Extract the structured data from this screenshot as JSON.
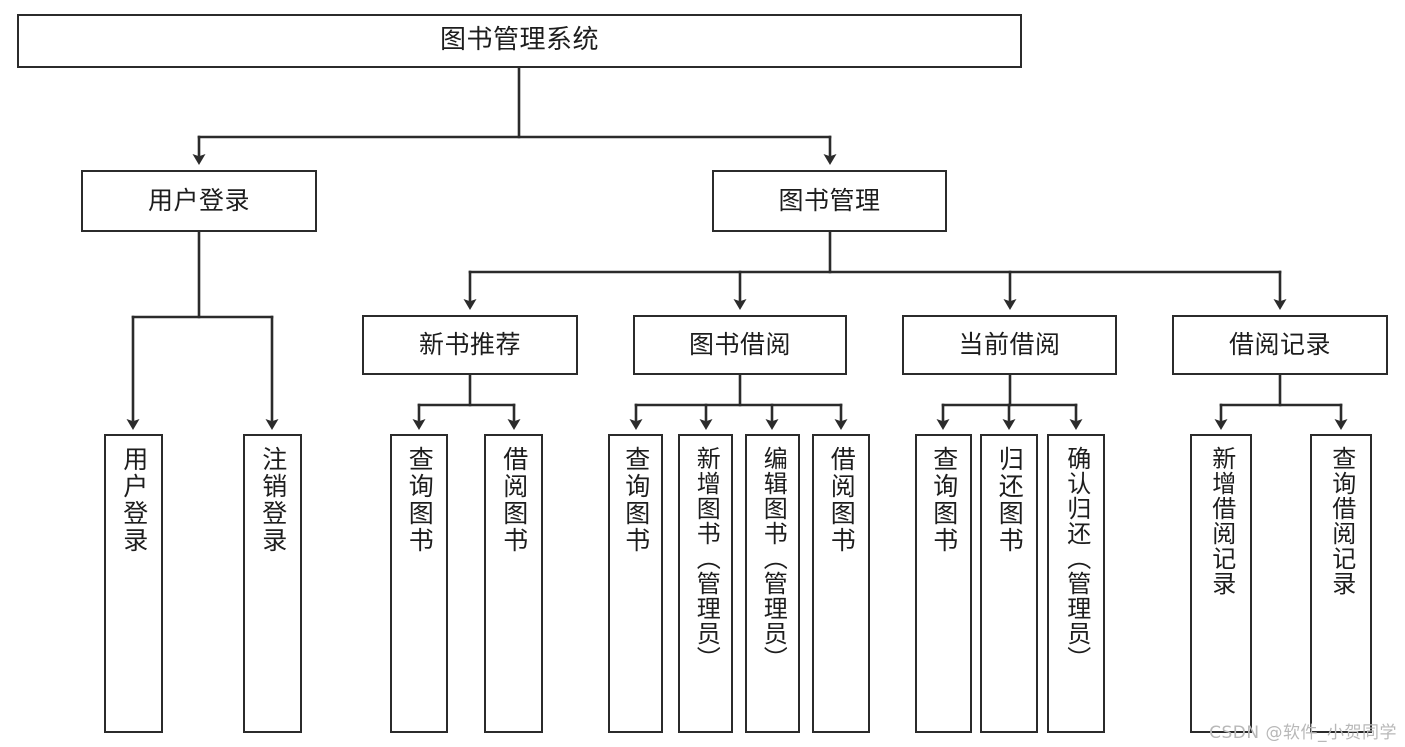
{
  "diagram": {
    "type": "tree",
    "title": "图书管理系统",
    "watermark": "CSDN @软件_小贺同学",
    "colors": {
      "stroke": "#2b2b2b",
      "fill": "#ffffff",
      "text": "#1d1d1d",
      "watermark": "#b8b8b8"
    },
    "levels": {
      "root": {
        "label": "图书管理系统"
      },
      "level2": [
        {
          "id": "user-login",
          "label": "用户登录"
        },
        {
          "id": "book-manage",
          "label": "图书管理"
        }
      ],
      "level3": [
        {
          "id": "new-book-recommend",
          "label": "新书推荐"
        },
        {
          "id": "book-borrow",
          "label": "图书借阅"
        },
        {
          "id": "current-borrow",
          "label": "当前借阅"
        },
        {
          "id": "borrow-record",
          "label": "借阅记录"
        }
      ],
      "leaves": [
        {
          "id": "leaf-user-login",
          "label": "用户登录",
          "parent": "user-login"
        },
        {
          "id": "leaf-logout-login",
          "label": "注销登录",
          "parent": "user-login"
        },
        {
          "id": "leaf-query-book-1",
          "label": "查询图书",
          "parent": "new-book-recommend"
        },
        {
          "id": "leaf-borrow-book-1",
          "label": "借阅图书",
          "parent": "new-book-recommend"
        },
        {
          "id": "leaf-query-book-2",
          "label": "查询图书",
          "parent": "book-borrow"
        },
        {
          "id": "leaf-add-book",
          "label": "新增图书（管理员）",
          "parent": "book-borrow"
        },
        {
          "id": "leaf-edit-book",
          "label": "编辑图书（管理员）",
          "parent": "book-borrow"
        },
        {
          "id": "leaf-borrow-book-2",
          "label": "借阅图书",
          "parent": "book-borrow"
        },
        {
          "id": "leaf-query-book-3",
          "label": "查询图书",
          "parent": "current-borrow"
        },
        {
          "id": "leaf-return-book",
          "label": "归还图书",
          "parent": "current-borrow"
        },
        {
          "id": "leaf-confirm-return",
          "label": "确认归还（管理员）",
          "parent": "current-borrow"
        },
        {
          "id": "leaf-add-record",
          "label": "新增借阅记录",
          "parent": "borrow-record"
        },
        {
          "id": "leaf-query-record",
          "label": "查询借阅记录",
          "parent": "borrow-record"
        }
      ]
    }
  }
}
